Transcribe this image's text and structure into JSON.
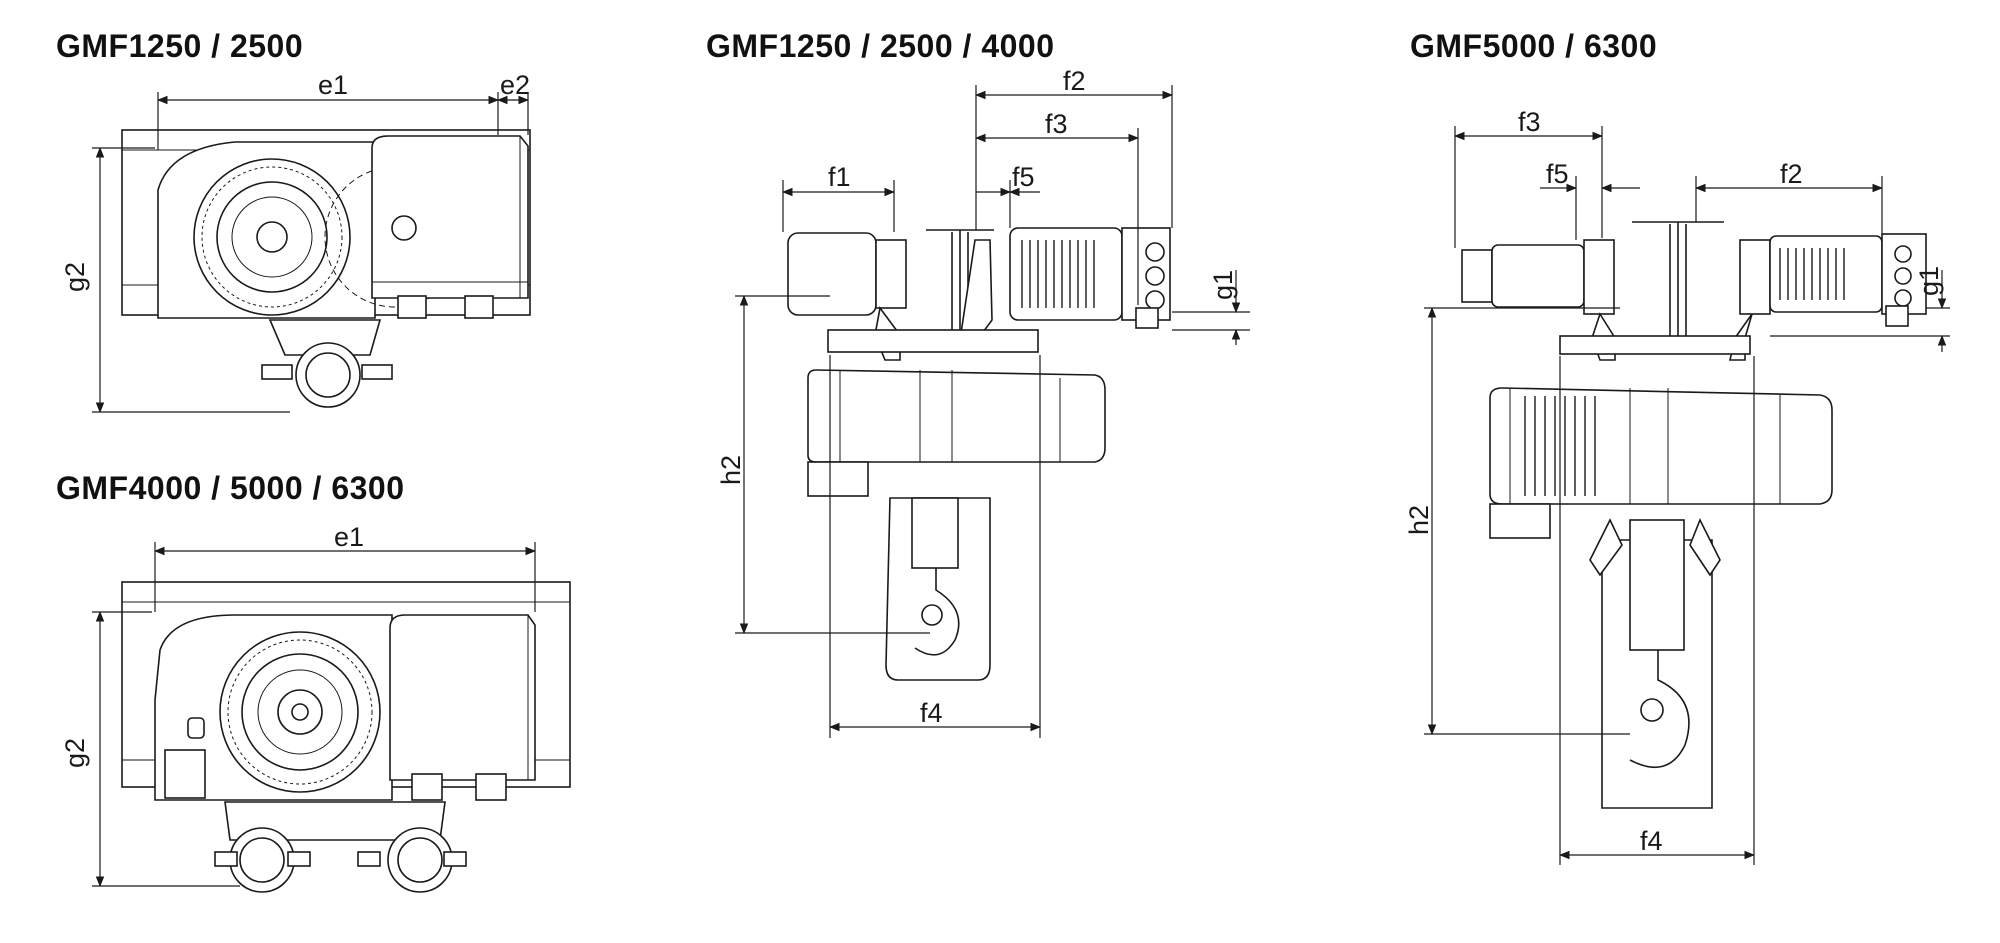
{
  "titles": {
    "gmf_1250_2500": "GMF1250 / 2500",
    "gmf_1250_2500_4000": "GMF1250 / 2500 / 4000",
    "gmf_5000_6300": "GMF5000 / 6300",
    "gmf_4000_5000_6300": "GMF4000 / 5000 / 6300"
  },
  "dimensions": {
    "top_left": {
      "e1": "e1",
      "e2": "e2",
      "g2": "g2"
    },
    "bottom_left": {
      "e1": "e1",
      "g2": "g2"
    },
    "middle": {
      "f1": "f1",
      "f2": "f2",
      "f3": "f3",
      "f4": "f4",
      "f5": "f5",
      "g1": "g1",
      "h2": "h2"
    },
    "right": {
      "f2": "f2",
      "f3": "f3",
      "f4": "f4",
      "f5": "f5",
      "g1": "g1",
      "h2": "h2"
    }
  }
}
